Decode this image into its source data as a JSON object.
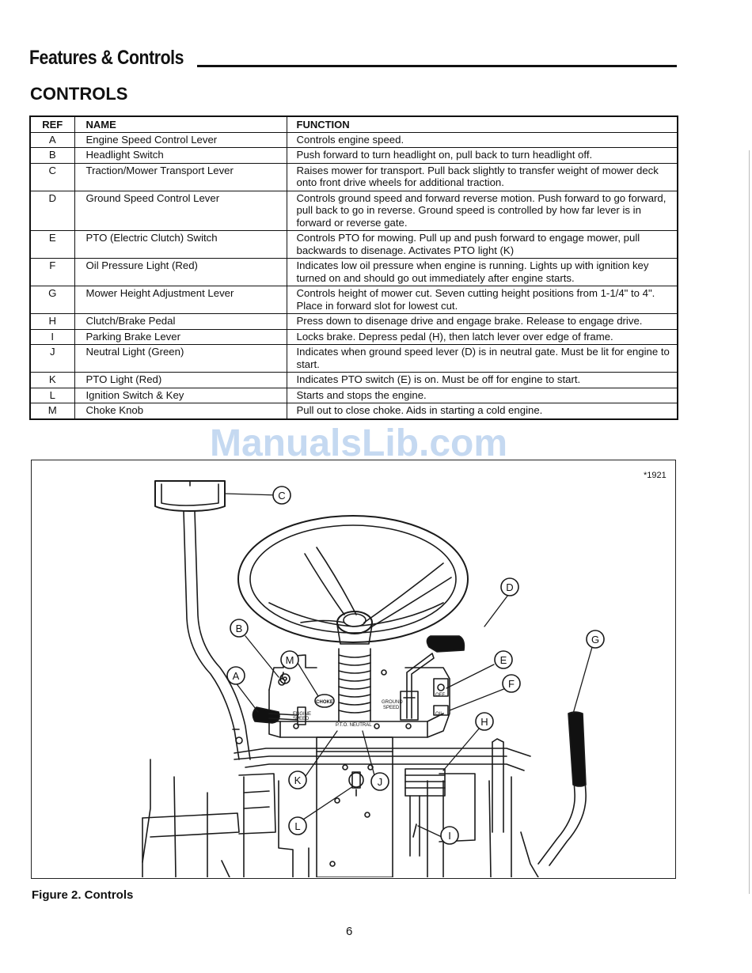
{
  "header": {
    "section_title": "Features & Controls",
    "subtitle": "CONTROLS"
  },
  "table": {
    "headers": {
      "ref": "REF",
      "name": "NAME",
      "function": "FUNCTION"
    },
    "rows": [
      {
        "ref": "A",
        "name": "Engine Speed Control Lever",
        "function": "Controls engine speed."
      },
      {
        "ref": "B",
        "name": "Headlight Switch",
        "function": "Push forward to turn headlight on, pull back to turn headlight off."
      },
      {
        "ref": "C",
        "name": "Traction/Mower Transport Lever",
        "function": "Raises mower for transport. Pull back slightly to transfer weight of mower deck onto front drive wheels for additional traction."
      },
      {
        "ref": "D",
        "name": "Ground Speed Control Lever",
        "function": "Controls ground speed and forward reverse motion. Push forward to go forward, pull back to go in reverse. Ground speed is controlled by how far lever is in forward or reverse gate."
      },
      {
        "ref": "E",
        "name": "PTO (Electric Clutch) Switch",
        "function": "Controls PTO for mowing. Pull up and push forward to engage mower, pull backwards to disenage. Activates PTO light (K)"
      },
      {
        "ref": "F",
        "name": "Oil Pressure Light (Red)",
        "function": "Indicates low oil pressure when engine is running. Lights up with ignition key turned on and should go out immediately after engine starts."
      },
      {
        "ref": "G",
        "name": "Mower Height Adjustment Lever",
        "function": "Controls height of mower cut. Seven cutting height positions from 1-1/4\" to 4\". Place in forward slot for lowest cut."
      },
      {
        "ref": "H",
        "name": "Clutch/Brake Pedal",
        "function": "Press down to disenage drive and engage brake. Release to engage drive."
      },
      {
        "ref": "I",
        "name": "Parking Brake Lever",
        "function": "Locks brake. Depress pedal (H), then latch lever over edge of frame."
      },
      {
        "ref": "J",
        "name": "Neutral Light (Green)",
        "function": "Indicates when ground speed lever (D) is in neutral gate. Must be lit for engine to start."
      },
      {
        "ref": "K",
        "name": "PTO Light (Red)",
        "function": "Indicates PTO switch (E) is on. Must be off for engine to start."
      },
      {
        "ref": "L",
        "name": "Ignition Switch & Key",
        "function": "Starts and stops the engine."
      },
      {
        "ref": "M",
        "name": "Choke Knob",
        "function": "Pull out to close choke. Aids in starting a cold engine."
      }
    ]
  },
  "figure": {
    "code": "*1921",
    "callouts": [
      "A",
      "B",
      "C",
      "D",
      "E",
      "F",
      "G",
      "H",
      "I",
      "J",
      "K",
      "L",
      "M"
    ],
    "panel_labels": {
      "choke": "CHOKE",
      "ground_speed_1": "GROUND",
      "ground_speed_2": "SPEED",
      "pto_neutral": "P.T.O.  NEUTRAL",
      "engine_speed_1": "ENGINE",
      "engine_speed_2": "SPEED",
      "off": "OFF",
      "oil": "OIL"
    },
    "caption": "Figure 2. Controls"
  },
  "watermark": "ManualsLib.com",
  "page_number": "6"
}
